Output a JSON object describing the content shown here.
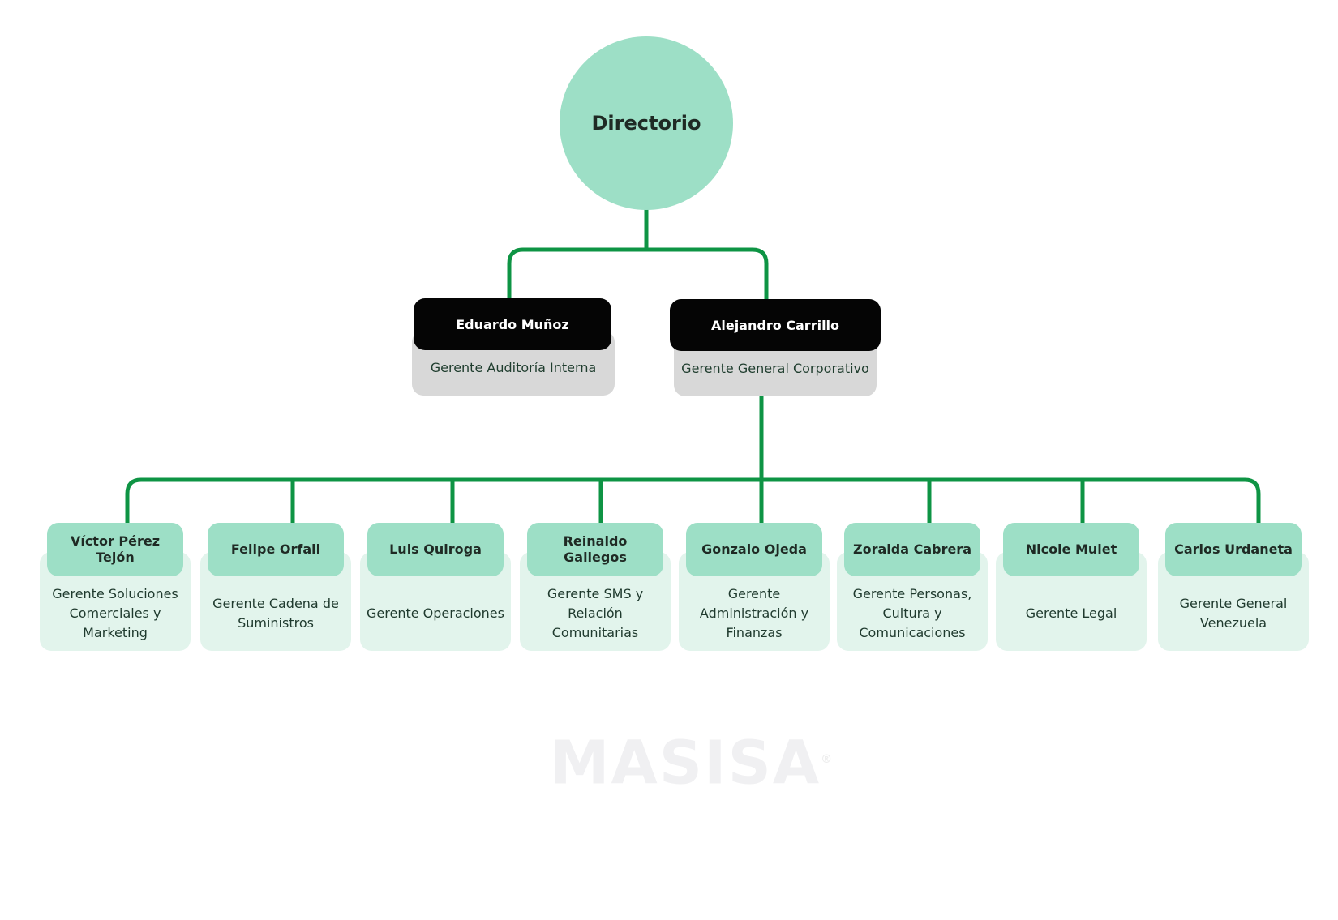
{
  "colors": {
    "connector": "#0e9444",
    "root_fill": "#9ddfc6",
    "manager_head": "#050505",
    "manager_body": "#d8d8d8",
    "card_head": "#9ddfc6",
    "card_body": "#e2f4ec"
  },
  "root": {
    "label": "Directorio"
  },
  "managers": [
    {
      "name": "Eduardo Muñoz",
      "role": "Gerente Auditoría Interna"
    },
    {
      "name": "Alejandro Carrillo",
      "role": "Gerente General Corporativo"
    }
  ],
  "reports": [
    {
      "name": "Víctor Pérez Tejón",
      "role": "Gerente Soluciones Comerciales y Marketing"
    },
    {
      "name": "Felipe Orfali",
      "role": "Gerente Cadena de Suministros"
    },
    {
      "name": "Luis Quiroga",
      "role": "Gerente Operaciones"
    },
    {
      "name": "Reinaldo Gallegos",
      "role": "Gerente SMS y Relación Comunitarias"
    },
    {
      "name": "Gonzalo Ojeda",
      "role": "Gerente Administración y Finanzas"
    },
    {
      "name": "Zoraida Cabrera",
      "role": "Gerente Personas, Cultura y Comunicaciones"
    },
    {
      "name": "Nicole Mulet",
      "role": "Gerente Legal"
    },
    {
      "name": "Carlos Urdaneta",
      "role": "Gerente General Venezuela"
    }
  ],
  "logo": {
    "text": "MASISA",
    "mark": "®"
  }
}
